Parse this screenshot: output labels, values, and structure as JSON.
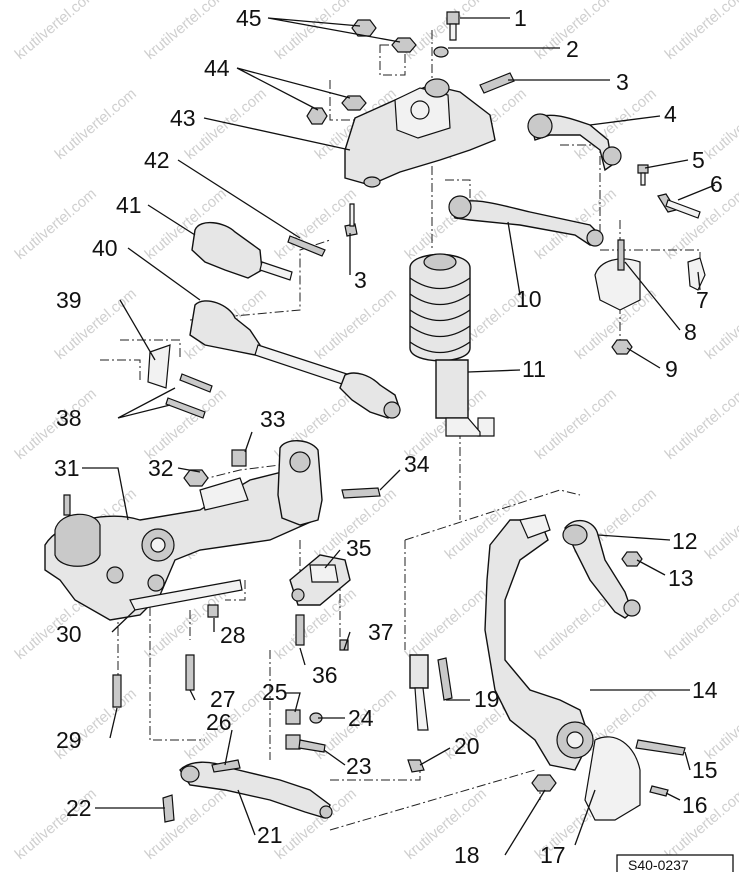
{
  "diagram": {
    "watermark": "krutilvertel.com",
    "code": "S40-0237",
    "callouts": [
      {
        "id": "c1",
        "label": "1"
      },
      {
        "id": "c2",
        "label": "2"
      },
      {
        "id": "c3a",
        "label": "3"
      },
      {
        "id": "c3b",
        "label": "3"
      },
      {
        "id": "c4",
        "label": "4"
      },
      {
        "id": "c5",
        "label": "5"
      },
      {
        "id": "c6",
        "label": "6"
      },
      {
        "id": "c7",
        "label": "7"
      },
      {
        "id": "c8",
        "label": "8"
      },
      {
        "id": "c9",
        "label": "9"
      },
      {
        "id": "c10",
        "label": "10"
      },
      {
        "id": "c11",
        "label": "11"
      },
      {
        "id": "c12",
        "label": "12"
      },
      {
        "id": "c13",
        "label": "13"
      },
      {
        "id": "c14",
        "label": "14"
      },
      {
        "id": "c15",
        "label": "15"
      },
      {
        "id": "c16",
        "label": "16"
      },
      {
        "id": "c17",
        "label": "17"
      },
      {
        "id": "c18",
        "label": "18"
      },
      {
        "id": "c19",
        "label": "19"
      },
      {
        "id": "c20",
        "label": "20"
      },
      {
        "id": "c21",
        "label": "21"
      },
      {
        "id": "c22",
        "label": "22"
      },
      {
        "id": "c23",
        "label": "23"
      },
      {
        "id": "c24",
        "label": "24"
      },
      {
        "id": "c25",
        "label": "25"
      },
      {
        "id": "c26",
        "label": "26"
      },
      {
        "id": "c27",
        "label": "27"
      },
      {
        "id": "c28",
        "label": "28"
      },
      {
        "id": "c29",
        "label": "29"
      },
      {
        "id": "c30",
        "label": "30"
      },
      {
        "id": "c31",
        "label": "31"
      },
      {
        "id": "c32",
        "label": "32"
      },
      {
        "id": "c33",
        "label": "33"
      },
      {
        "id": "c34",
        "label": "34"
      },
      {
        "id": "c35",
        "label": "35"
      },
      {
        "id": "c36",
        "label": "36"
      },
      {
        "id": "c37",
        "label": "37"
      },
      {
        "id": "c38",
        "label": "38"
      },
      {
        "id": "c39",
        "label": "39"
      },
      {
        "id": "c40",
        "label": "40"
      },
      {
        "id": "c41",
        "label": "41"
      },
      {
        "id": "c42",
        "label": "42"
      },
      {
        "id": "c43",
        "label": "43"
      },
      {
        "id": "c44",
        "label": "44"
      },
      {
        "id": "c45",
        "label": "45"
      }
    ]
  }
}
